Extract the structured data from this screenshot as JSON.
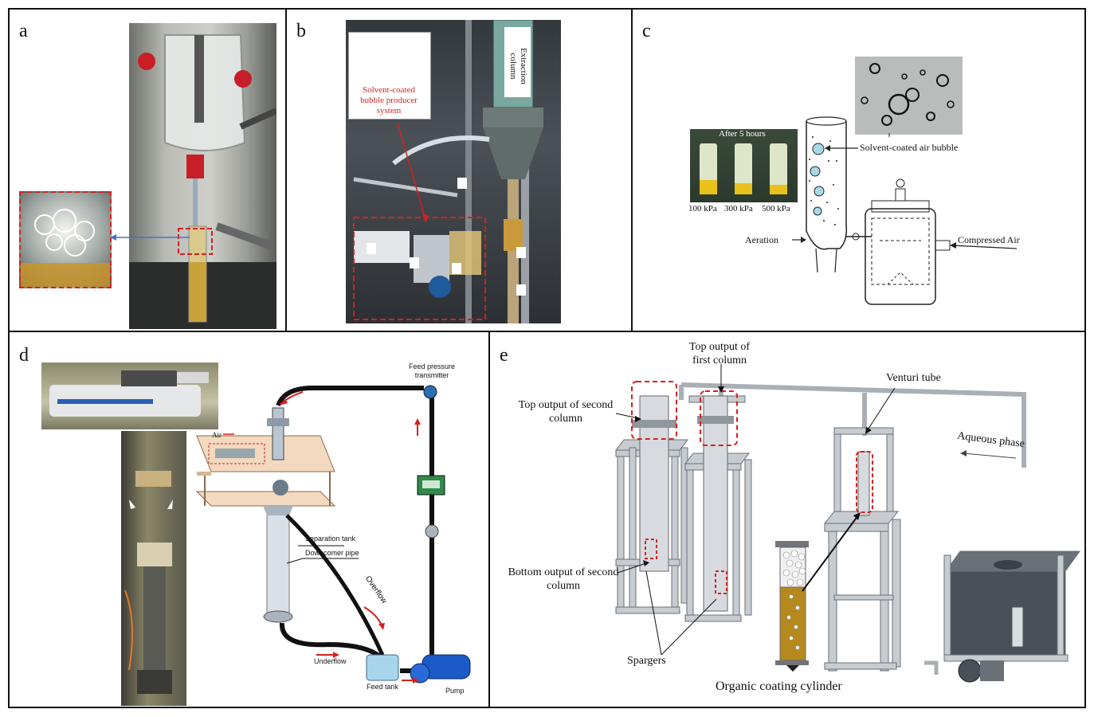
{
  "panels": {
    "a": {
      "label": "a"
    },
    "b": {
      "label": "b",
      "callout": "Solvent-coated bubble producer system",
      "column_label": "Extraction column"
    },
    "c": {
      "label": "c",
      "vial_caption": "After 5 hours",
      "pressures": [
        "100 kPa",
        "300 kPa",
        "500 kPa"
      ],
      "bubble_label": "Solvent-coated air bubble",
      "aeration": "Aeration",
      "compressed_air": "Compressed Air"
    },
    "d": {
      "label": "d",
      "air": "Air",
      "feed_pressure": "Feed pressure transmitter",
      "separation_tank": "Separation tank",
      "downcomer": "Downcomer pipe",
      "overflow": "Overflow",
      "underflow": "Underflow",
      "feed_tank": "Feed tank",
      "pump": "Pump"
    },
    "e": {
      "label": "e",
      "top_first": "Top output of first column",
      "top_second": "Top output of second column",
      "venturi": "Venturi tube",
      "aqueous": "Aqueous phase",
      "bottom_second": "Bottom output of second column",
      "spargers": "Spargers",
      "organic": "Organic coating cylinder"
    }
  },
  "colors": {
    "frame": "#111111",
    "highlight_red": "#d6201f",
    "solvent_yellow": "#e8c21a",
    "photo_dark": "#3b3f42",
    "frame_grey": "#7d8389"
  }
}
